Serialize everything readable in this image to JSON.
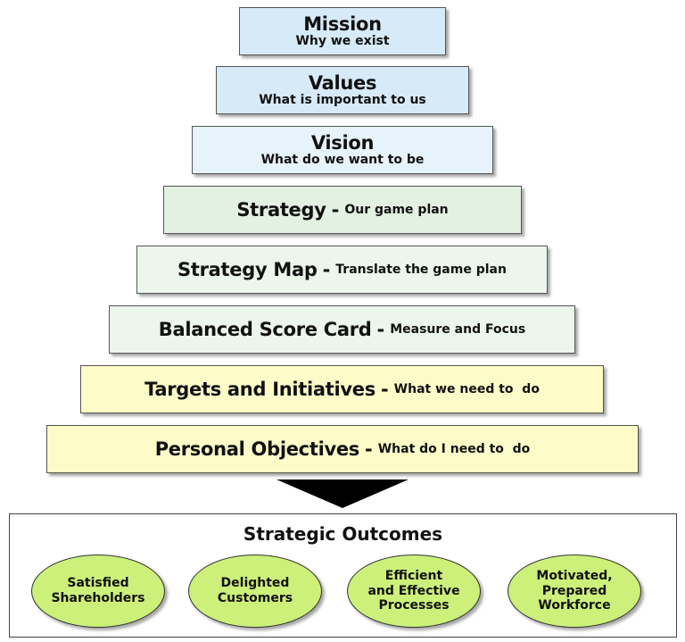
{
  "tiers": [
    {
      "title": "Mission",
      "subtitle": "Why we exist"
    },
    {
      "title": "Values",
      "subtitle": "What is important to us"
    },
    {
      "title": "Vision",
      "subtitle": "What do we want to be"
    },
    {
      "title": "Strategy",
      "separator": "-",
      "subtitle": "Our game plan"
    },
    {
      "title": "Strategy Map",
      "separator": "-",
      "subtitle": "Translate the game plan"
    },
    {
      "title": "Balanced Score Card",
      "separator": "-",
      "subtitle": "Measure and Focus"
    },
    {
      "title": "Targets and Initiatives",
      "separator": "-",
      "subtitle": "What we need to  do"
    },
    {
      "title": "Personal Objectives",
      "separator": "-",
      "subtitle": "What do I need to  do"
    }
  ],
  "outcomes": {
    "title": "Strategic Outcomes",
    "items": [
      "Satisfied\nShareholders",
      "Delighted\nCustomers",
      "Efficient\nand Effective\nProcesses",
      "Motivated,\nPrepared Workforce"
    ]
  },
  "colors": {
    "top_tiers": "#d6eaf8",
    "middle_tiers": "#e3f1e2",
    "bottom_tiers": "#fdfbc8",
    "outcome_ellipses": "#ccf07a",
    "arrow": "#000000"
  }
}
